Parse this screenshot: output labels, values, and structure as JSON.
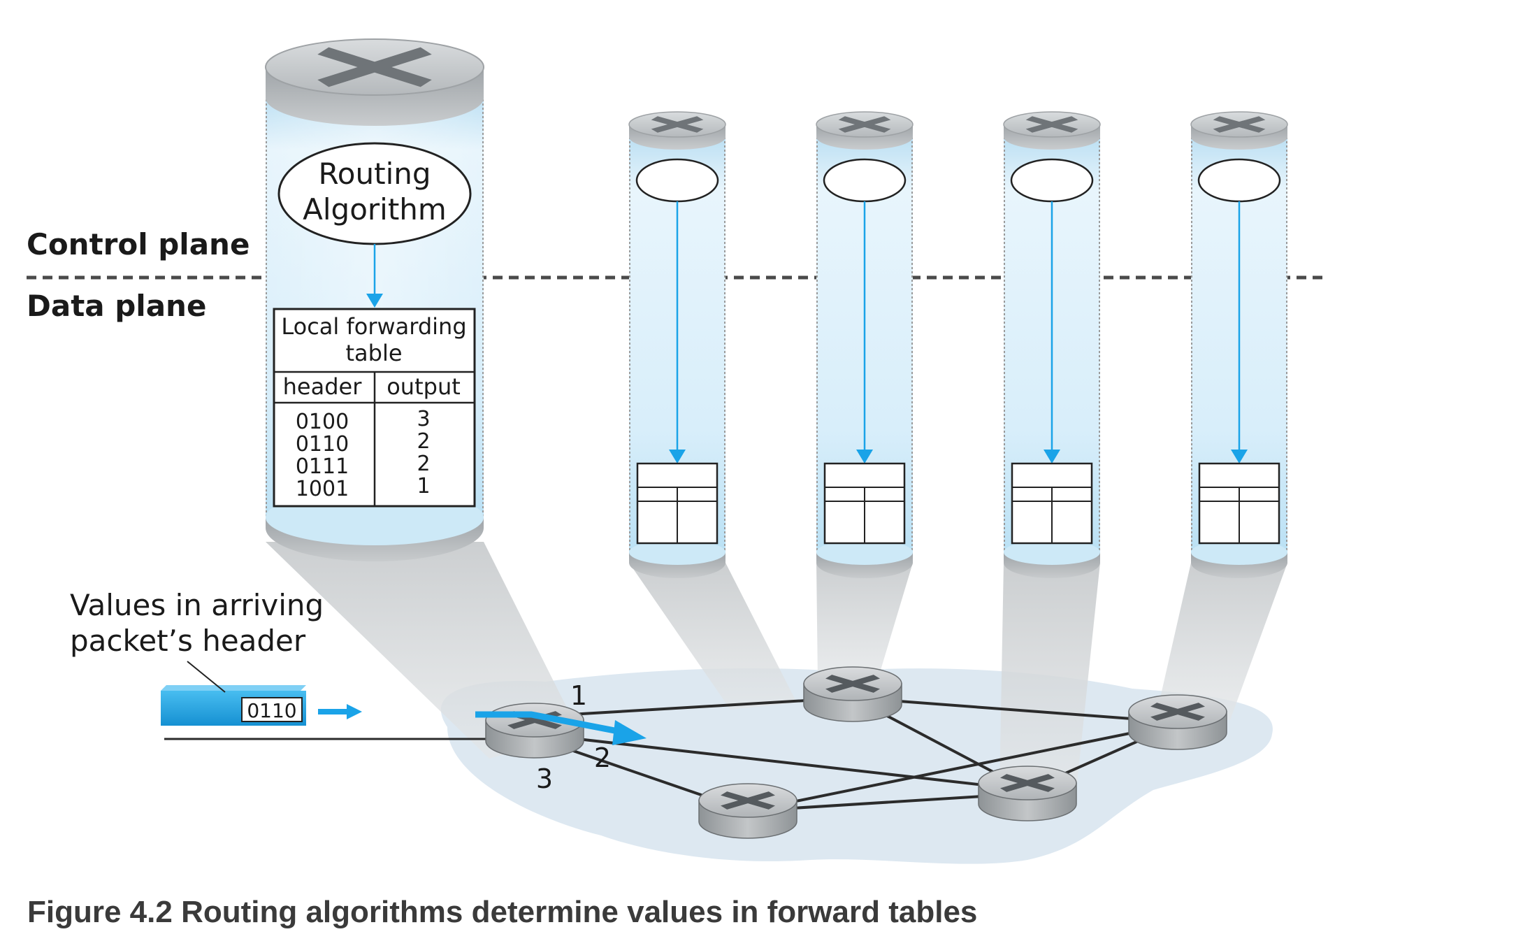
{
  "labels": {
    "control_plane": "Control plane",
    "data_plane": "Data plane",
    "routing_algorithm_line1": "Routing",
    "routing_algorithm_line2": "Algorithm",
    "arriving_header_line1": "Values in arriving",
    "arriving_header_line2": "packet’s header"
  },
  "forwarding_table": {
    "title_line1": "Local forwarding",
    "title_line2": "table",
    "col_header": "header",
    "col_output": "output",
    "rows": [
      {
        "header": "0100",
        "output": "3"
      },
      {
        "header": "0110",
        "output": "2"
      },
      {
        "header": "0111",
        "output": "2"
      },
      {
        "header": "1001",
        "output": "1"
      }
    ]
  },
  "packet": {
    "header_value": "0110"
  },
  "port_labels": {
    "p1": "1",
    "p2": "2",
    "p3": "3"
  },
  "caption": "Figure 4.2 Routing algorithms determine values in forward tables",
  "colors": {
    "arrow_blue": "#1aa3e8",
    "cylinder_fill": "#d3ecf8",
    "cloud_fill": "#dde8f1",
    "router_gray": "#a7abae"
  },
  "icons": [
    "router-icon",
    "router-cylinder-icon",
    "packet-icon",
    "arrow-icon"
  ]
}
